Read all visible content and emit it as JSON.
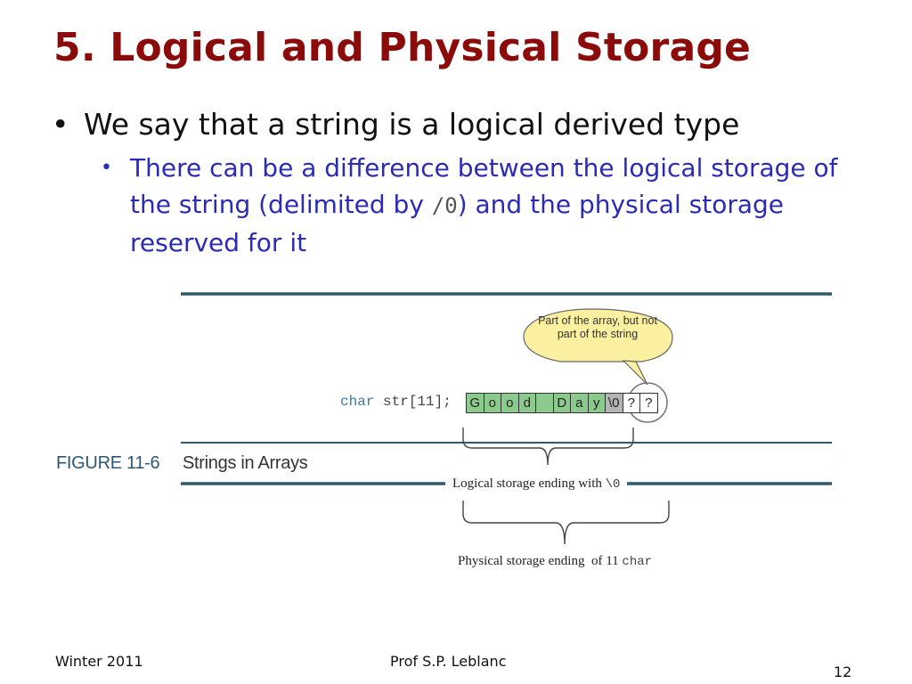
{
  "slide": {
    "title": "5. Logical and Physical Storage",
    "bullet1": "We say that a string is a logical derived type",
    "bullet2_before": "There can be a difference between the logical storage of the string (delimited by ",
    "bullet2_code": "/0",
    "bullet2_after": ") and the physical storage reserved for it"
  },
  "figure": {
    "caption_label": "FIGURE 11-6",
    "caption_text": "Strings in Arrays",
    "code_keyword": "char",
    "code_rest": " str[11];",
    "cells": [
      {
        "char": "G",
        "kind": "string"
      },
      {
        "char": "o",
        "kind": "string"
      },
      {
        "char": "o",
        "kind": "string"
      },
      {
        "char": "d",
        "kind": "string"
      },
      {
        "char": "",
        "kind": "string"
      },
      {
        "char": "D",
        "kind": "string"
      },
      {
        "char": "a",
        "kind": "string"
      },
      {
        "char": "y",
        "kind": "string"
      },
      {
        "char": "\\0",
        "kind": "null"
      },
      {
        "char": "?",
        "kind": "unknown"
      },
      {
        "char": "?",
        "kind": "unknown"
      }
    ],
    "callout": "Part of the array, but not part of the string",
    "logical_label": "Logical storage ending with ",
    "logical_code": "\\0",
    "physical_label": "Physical storage ending  of 11 ",
    "physical_code": "char"
  },
  "footer": {
    "left": "Winter 2011",
    "center": "Prof S.P. Leblanc",
    "page": "12"
  },
  "colors": {
    "title": "#8B0A0A",
    "sub_bullet": "#2B2BB8",
    "string_cell": "#8CC98C",
    "null_cell": "#B4B4B4",
    "rule": "#2F5A6E",
    "callout_fill": "#FAF0A0"
  }
}
